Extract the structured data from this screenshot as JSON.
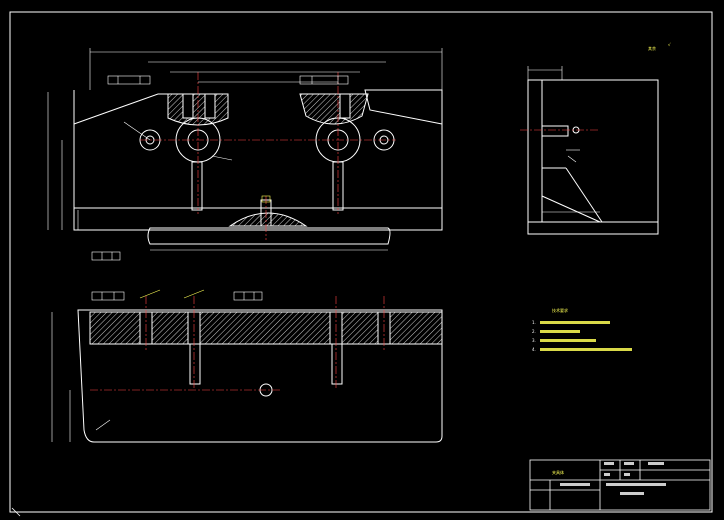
{
  "drawing": {
    "tech_req": {
      "title": "技术要求",
      "lines": [
        "1.",
        "2.",
        "3.",
        "4."
      ]
    },
    "title_block": {
      "name": "夹具体",
      "row_labels": [
        "",
        "",
        "",
        ""
      ],
      "cells": [
        "",
        "",
        "",
        "",
        "",
        ""
      ]
    },
    "roughness_note": "其余",
    "roughness_symbol": "√"
  }
}
